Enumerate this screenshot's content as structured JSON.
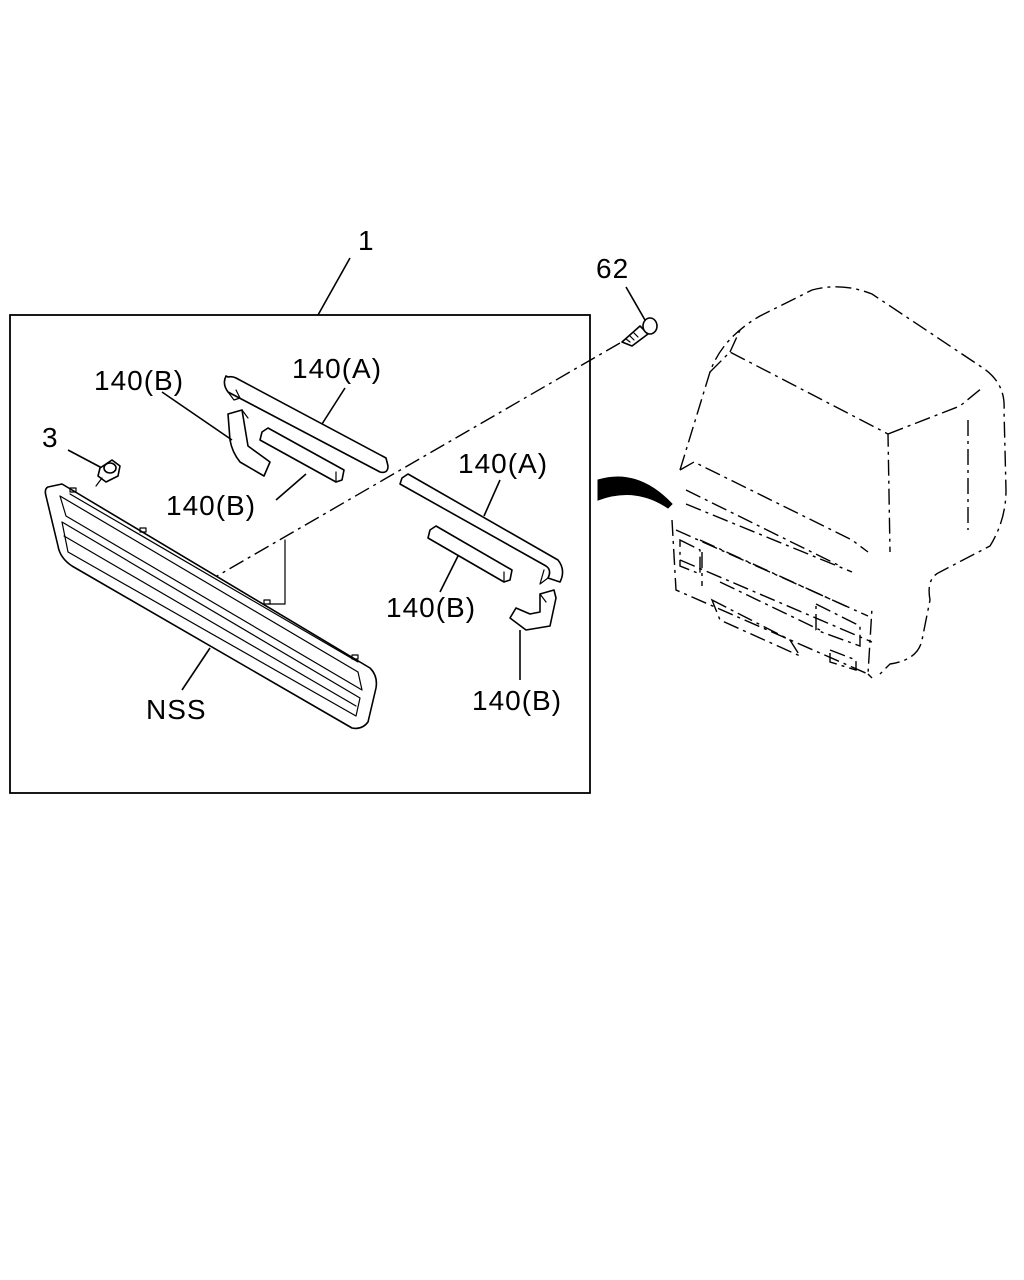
{
  "callouts": {
    "assembly": "1",
    "screw": "62",
    "clip": "3",
    "seal_a_upper": "140(A)",
    "seal_b_upper_left": "140(B)",
    "seal_b_upper_mid": "140(B)",
    "seal_a_lower": "140(A)",
    "seal_b_lower_mid": "140(B)",
    "seal_b_lower_right": "140(B)",
    "grille": "NSS"
  }
}
